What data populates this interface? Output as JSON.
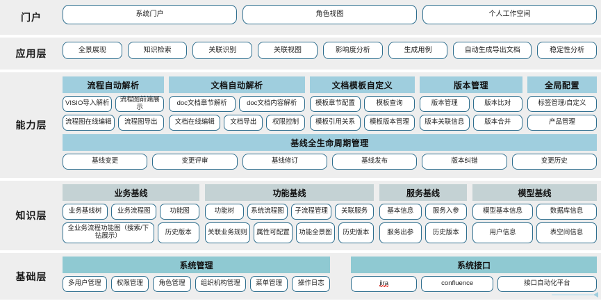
{
  "diagram": {
    "title": "分层架构图",
    "colors": {
      "band_bg": "#eeeeee",
      "pill_border": "#2e6e8e",
      "capability_head": "#9fcede",
      "knowledge_head": "#c4d2d4",
      "base_head": "#8fc9d2",
      "page_bg": "#ffffff"
    }
  },
  "layers": {
    "portal": {
      "label": "门户",
      "items": [
        "系统门户",
        "角色视图",
        "个人工作空间"
      ]
    },
    "application": {
      "label": "应用层",
      "items": [
        "全景展现",
        "知识检索",
        "关联识别",
        "关联视图",
        "影响度分析",
        "生成用例",
        "自动生成导出文档",
        "稳定性分析"
      ]
    },
    "capability": {
      "label": "能力层",
      "groups": [
        {
          "head": "流程自动解析",
          "rows": [
            [
              "VISIO导入解析",
              "流程图前端展示"
            ],
            [
              "流程图在线编辑",
              "流程图导出"
            ]
          ]
        },
        {
          "head": "文档自动解析",
          "rows": [
            [
              "doc文档章节解析",
              "doc文档内容解析"
            ],
            [
              "文档在线编辑",
              "文档导出",
              "权限控制"
            ]
          ]
        },
        {
          "head": "文档模板自定义",
          "rows": [
            [
              "模板章节配置",
              "模板查询"
            ],
            [
              "模板引用关系",
              "模板版本管理"
            ]
          ]
        },
        {
          "head": "版本管理",
          "rows": [
            [
              "版本管理",
              "版本比对"
            ],
            [
              "版本关联信息",
              "版本合并"
            ]
          ]
        },
        {
          "head": "全局配置",
          "rows": [
            [
              "标签管理/自定义"
            ],
            [
              "产品管理"
            ]
          ]
        }
      ],
      "lifecycle": {
        "head": "基线全生命周期管理",
        "items": [
          "基线变更",
          "变更评审",
          "基线修订",
          "基线发布",
          "版本纠错",
          "变更历史"
        ]
      }
    },
    "knowledge": {
      "label": "知识层",
      "groups": [
        {
          "head": "业务基线",
          "rows": [
            [
              "业务基线树",
              "业务流程图",
              "功能图"
            ],
            [
              "全业务流程功能图（搜索/下钻展示）",
              "历史版本"
            ]
          ]
        },
        {
          "head": "功能基线",
          "rows": [
            [
              "功能树",
              "系统流程图",
              "子流程管理",
              "关联服务"
            ],
            [
              "关联业务规则",
              "属性可配置",
              "功能全景图",
              "历史版本"
            ]
          ]
        },
        {
          "head": "服务基线",
          "rows": [
            [
              "基本信息",
              "服务入参"
            ],
            [
              "服务出参",
              "历史版本"
            ]
          ]
        },
        {
          "head": "模型基线",
          "rows": [
            [
              "模型基本信息",
              "数据库信息"
            ],
            [
              "用户信息",
              "表空间信息"
            ]
          ]
        }
      ]
    },
    "base": {
      "label": "基础层",
      "groups": [
        {
          "head": "系统管理",
          "items": [
            "多用户管理",
            "权限管理",
            "角色管理",
            "组织机构管理",
            "菜单管理",
            "操作日志"
          ]
        },
        {
          "head": "系统接口",
          "items": [
            "jira",
            "confluence",
            "接口自动化平台"
          ]
        }
      ]
    }
  }
}
